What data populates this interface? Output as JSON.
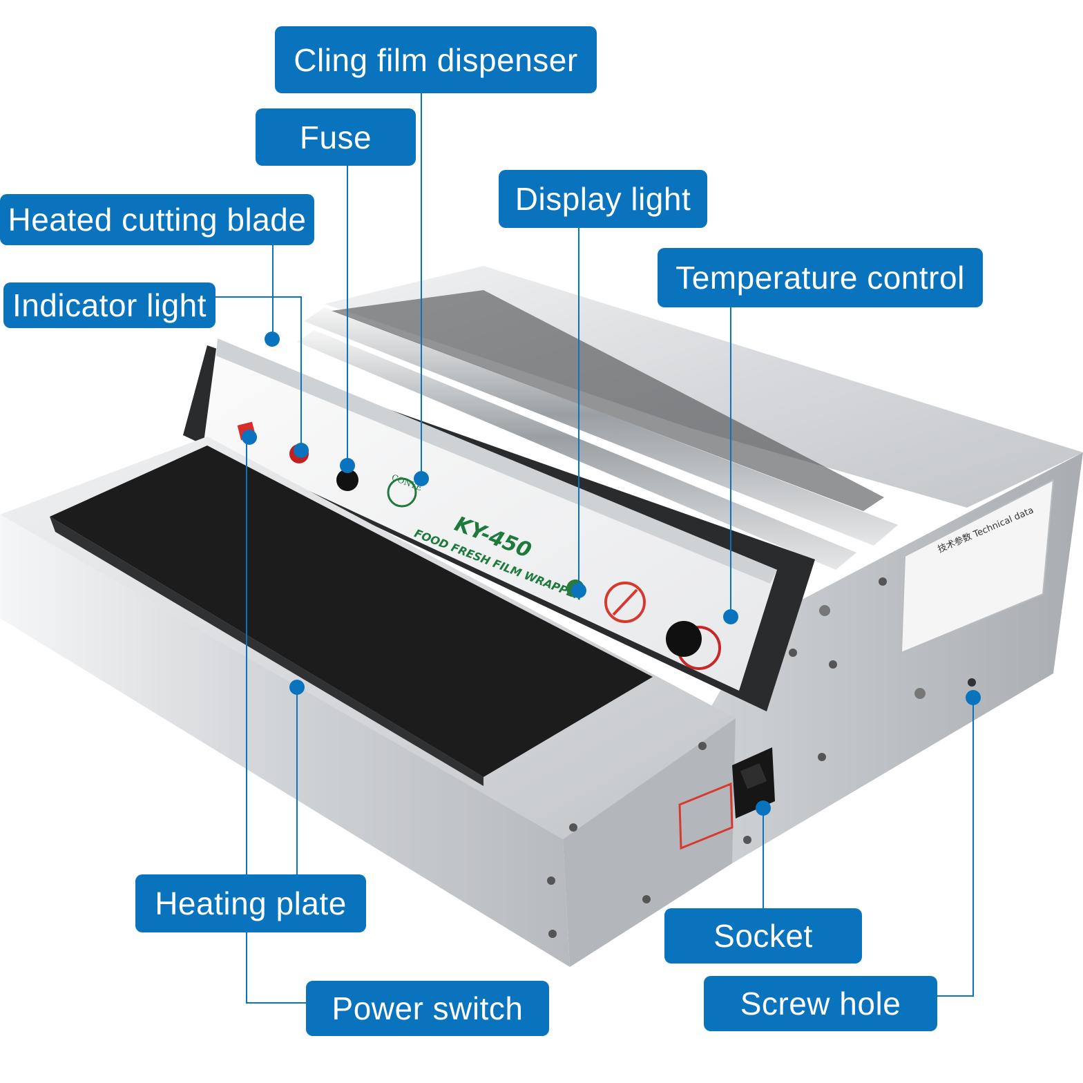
{
  "labels": {
    "cling_film_dispenser": "Cling film dispenser",
    "fuse": "Fuse",
    "heated_cutting_blade": "Heated cutting blade",
    "indicator_light": "Indicator light",
    "display_light": "Display light",
    "temperature_control": "Temperature control",
    "heating_plate": "Heating plate",
    "power_switch": "Power switch",
    "socket": "Socket",
    "screw_hole": "Screw hole"
  },
  "machine": {
    "model": "KY-450",
    "product_line": "FOOD FRESH FILM WRAPPER",
    "brand": "CONYE",
    "spec_heading": "技术参数 Technical data"
  },
  "colors": {
    "callout_blue": "#0a73bd",
    "steel_light": "#e4e6e8",
    "steel_dark": "#9ea2a6",
    "plate_black": "#1c1c1c"
  }
}
